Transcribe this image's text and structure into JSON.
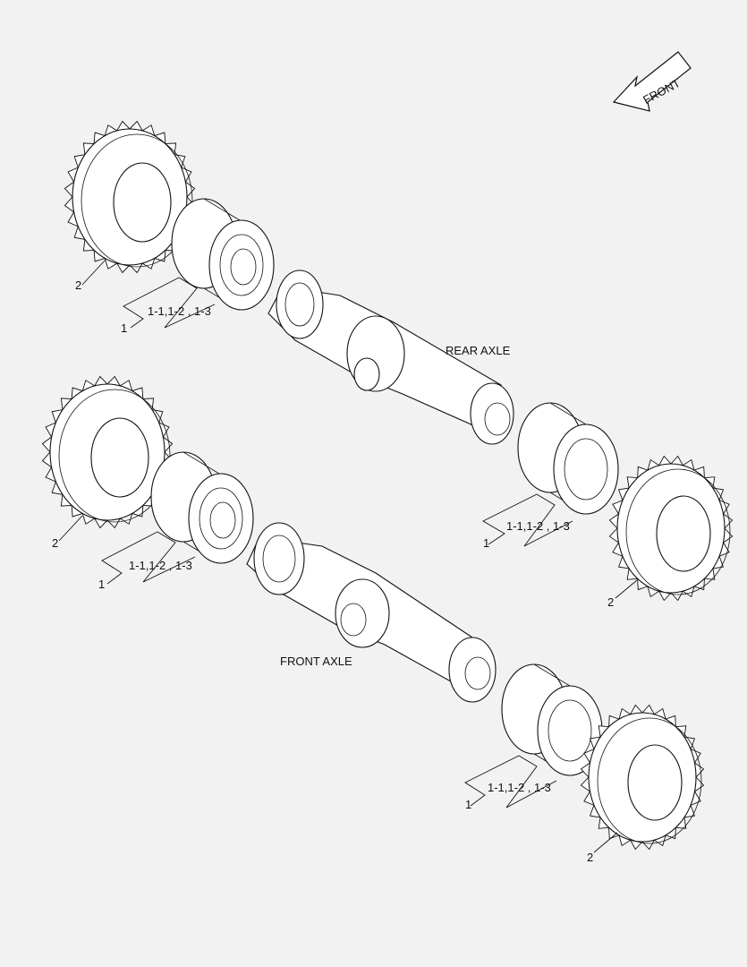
{
  "orientation_arrow": {
    "label": "FRONT"
  },
  "assemblies": [
    {
      "id": "rear",
      "title": "REAR AXLE",
      "callouts": [
        {
          "item": "1",
          "refs": "1-1,1-2 , 1-3"
        },
        {
          "item": "2"
        }
      ]
    },
    {
      "id": "front",
      "title": "FRONT AXLE",
      "callouts": [
        {
          "item": "1",
          "refs": "1-1,1-2 , 1-3"
        },
        {
          "item": "2"
        }
      ]
    }
  ],
  "right_side_callouts": [
    {
      "item": "1",
      "refs": "1-1,1-2 , 1-3"
    },
    {
      "item": "2"
    },
    {
      "item": "1",
      "refs": "1-1,1-2 , 1-3"
    },
    {
      "item": "2"
    }
  ],
  "icons": [
    "front-direction-arrow-icon",
    "tire-icon",
    "rim-icon",
    "axle-icon"
  ]
}
